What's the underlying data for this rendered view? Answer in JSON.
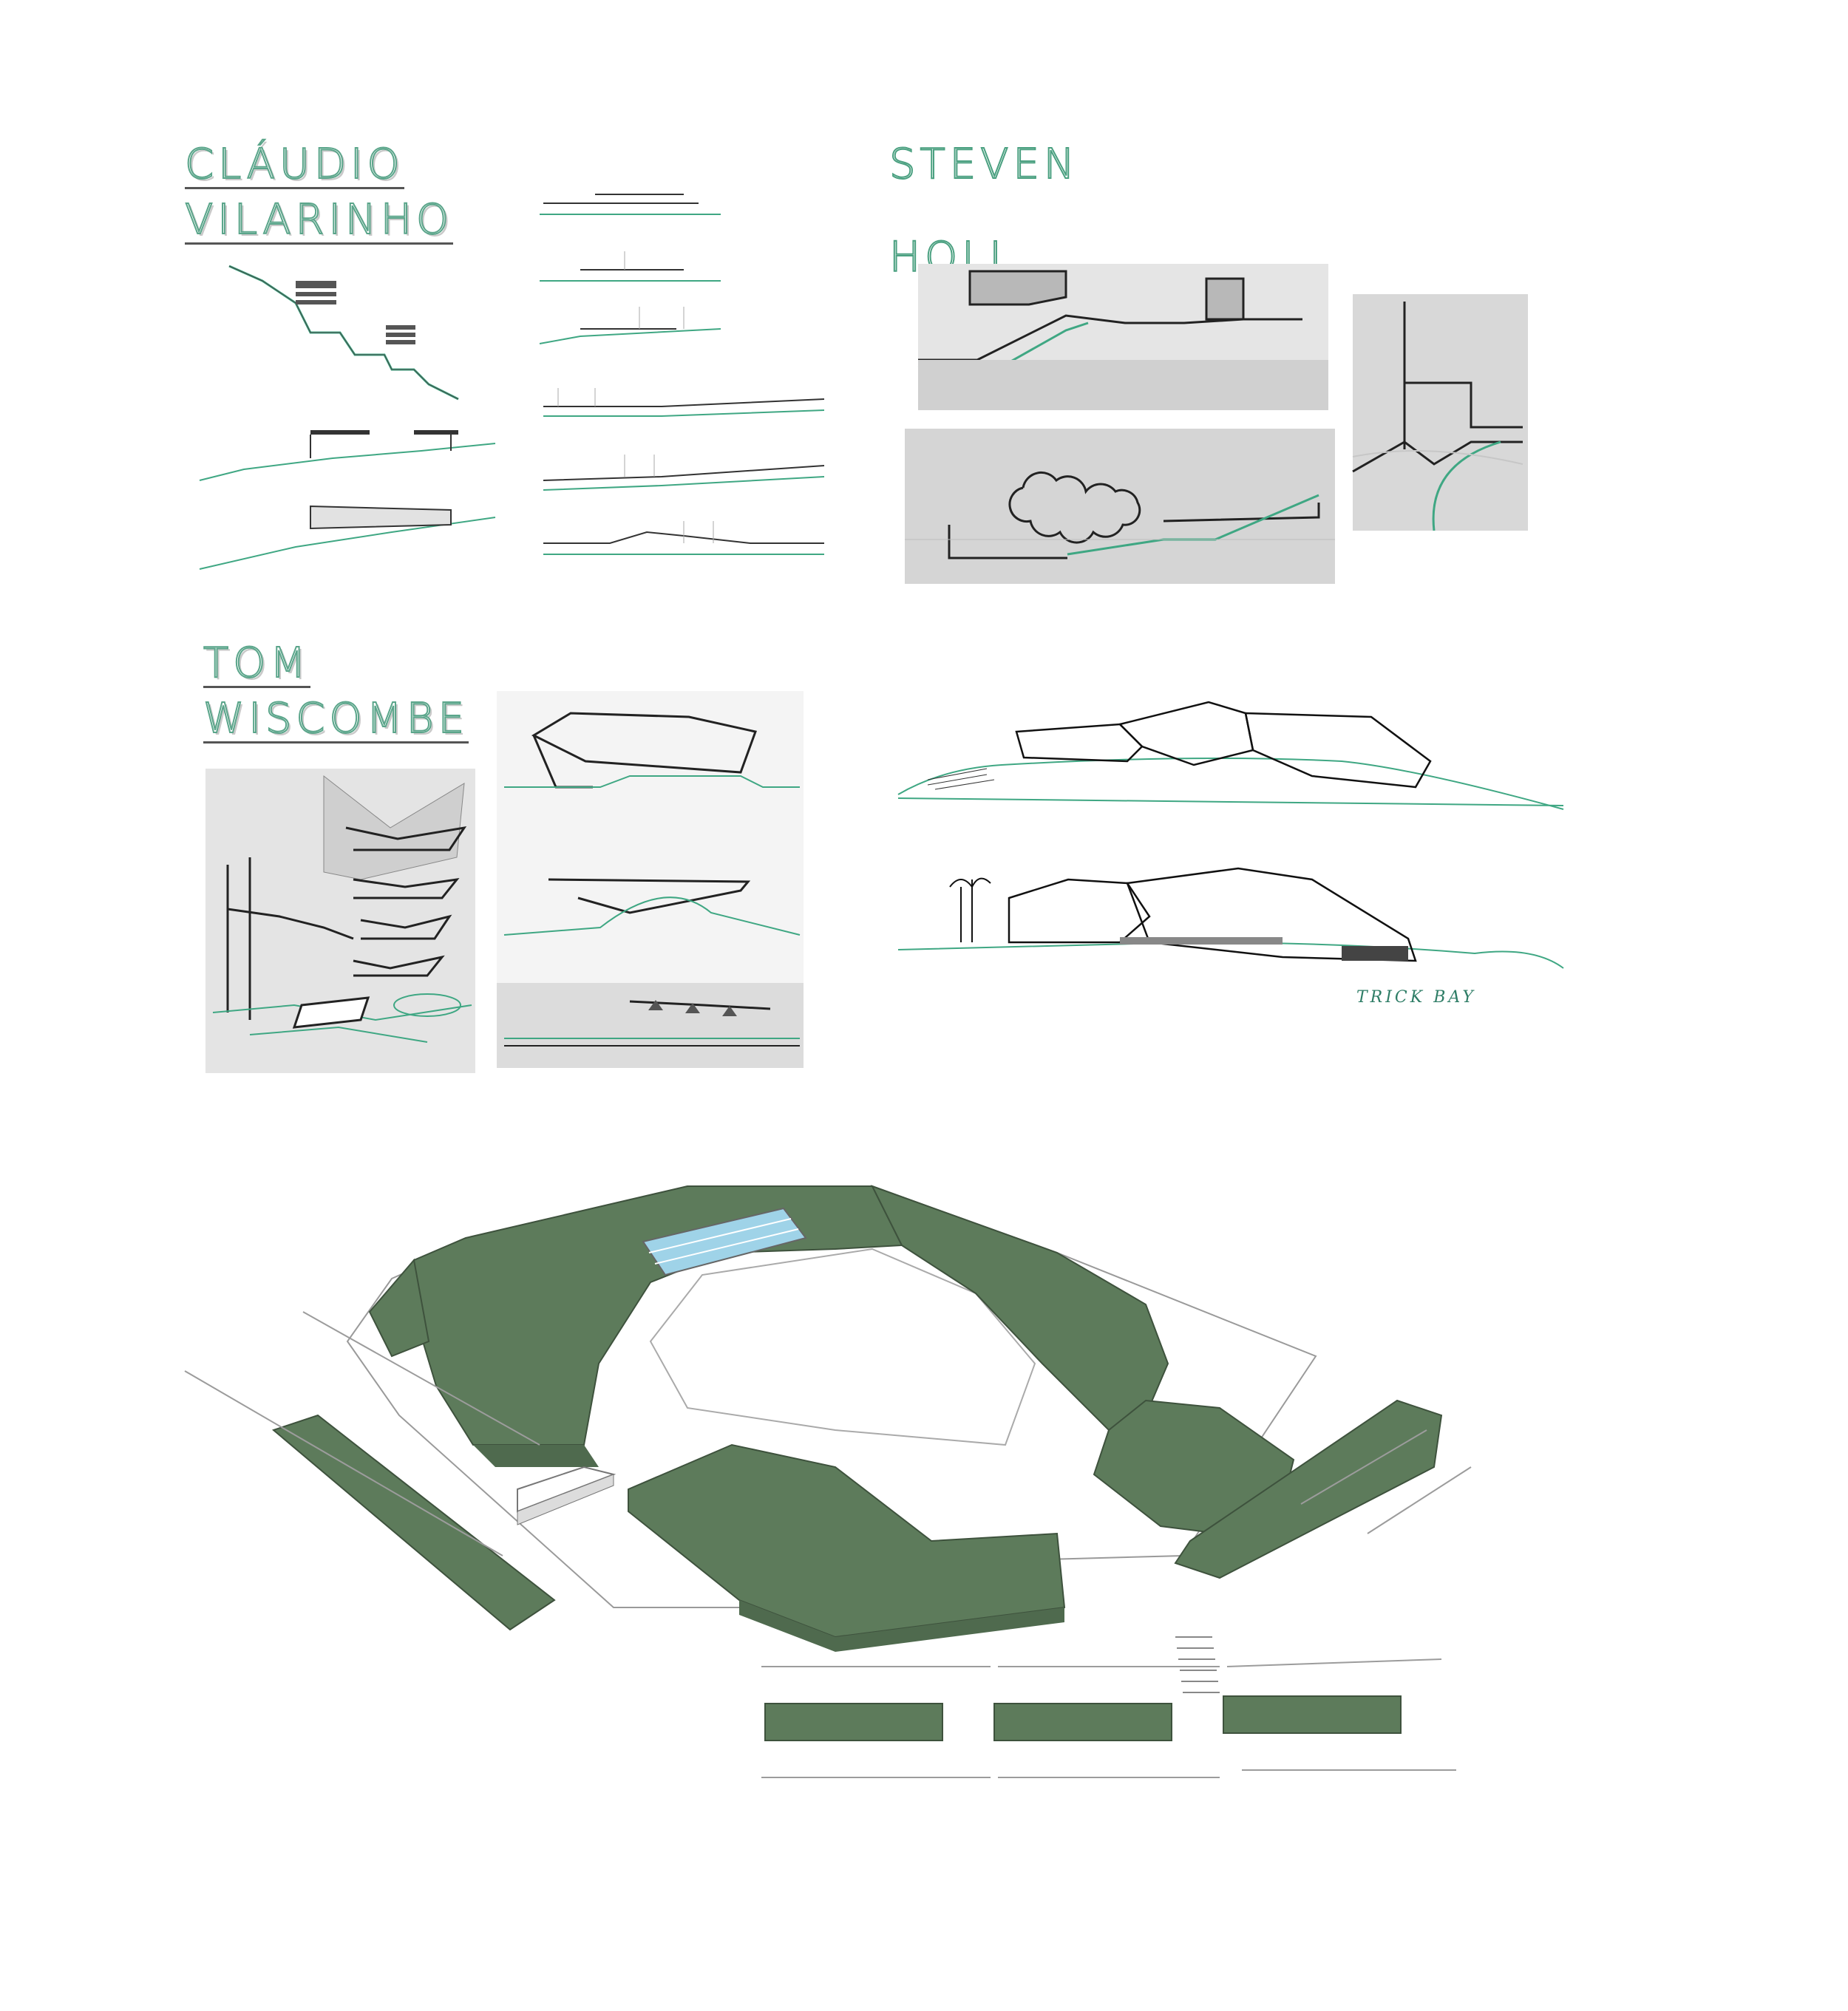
{
  "sections": [
    {
      "key": "vilarinho",
      "name_lines": [
        "CLÁUDIO",
        "VILARINHO"
      ]
    },
    {
      "key": "holl",
      "name_lines": [
        "STEVEN",
        "HOLL"
      ]
    },
    {
      "key": "wiscombe",
      "name_lines": [
        "TOM",
        "WISCOMBE"
      ]
    }
  ],
  "sketch_signature": "TRICK BAY",
  "colors": {
    "accent_line": "#3fa783",
    "roof_green": "#5d7b5b",
    "roof_green_dark": "#4f6a4e",
    "pool_blue": "#9fd3e8",
    "panel_grey": "#d9d9d9",
    "ink": "#222222"
  }
}
